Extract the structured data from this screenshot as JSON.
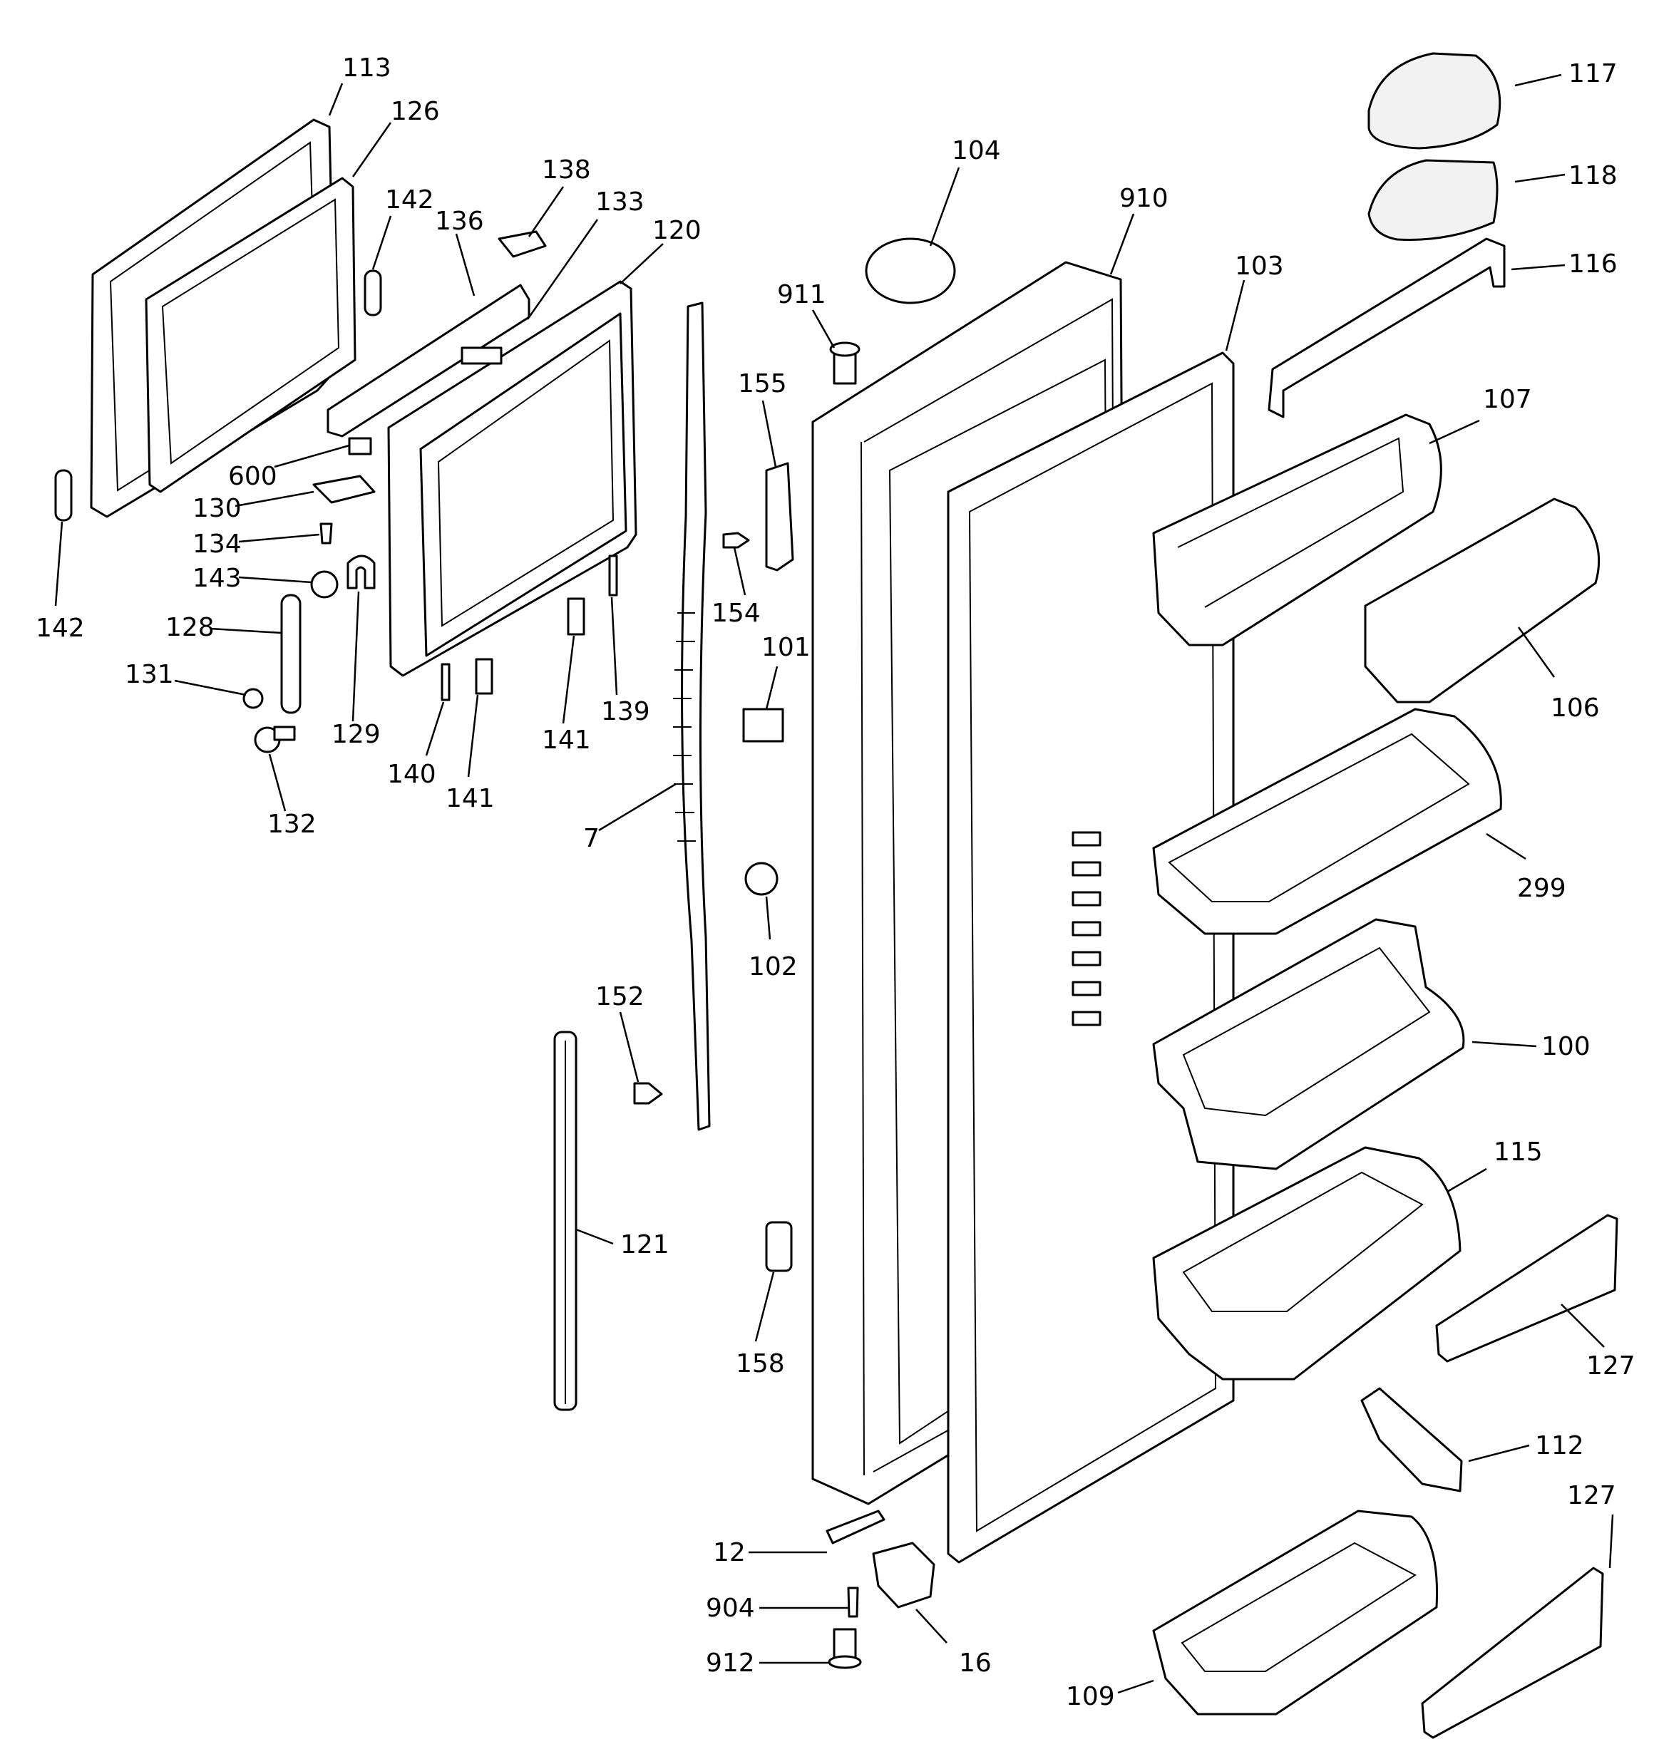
{
  "diagram": {
    "background": "#ffffff",
    "line_color": "#000000",
    "callouts": {
      "c113": "113",
      "c126": "126",
      "c142a": "142",
      "c136": "136",
      "c138": "138",
      "c133": "133",
      "c120": "120",
      "c142b": "142",
      "c600": "600",
      "c130": "130",
      "c134": "134",
      "c143": "143",
      "c128": "128",
      "c131": "131",
      "c129": "129",
      "c132": "132",
      "c140": "140",
      "c141a": "141",
      "c141b": "141",
      "c139": "139",
      "c7": "7",
      "c104": "104",
      "c911": "911",
      "c155": "155",
      "c154": "154",
      "c101": "101",
      "c102": "102",
      "c152": "152",
      "c121": "121",
      "c158": "158",
      "c910": "910",
      "c103": "103",
      "c117": "117",
      "c118": "118",
      "c116": "116",
      "c107": "107",
      "c106": "106",
      "c299": "299",
      "c100": "100",
      "c115": "115",
      "c127a": "127",
      "c112": "112",
      "c127b": "127",
      "c109": "109",
      "c12": "12",
      "c904": "904",
      "c912": "912",
      "c16": "16"
    }
  }
}
